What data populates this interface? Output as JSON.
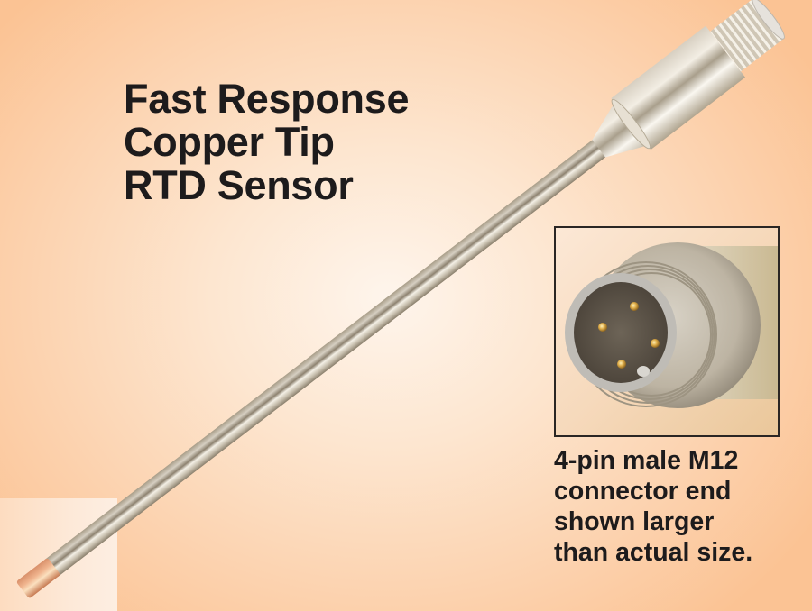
{
  "title": {
    "lines": [
      "Fast Response",
      "Copper Tip",
      "RTD Sensor"
    ]
  },
  "caption": {
    "lines": [
      "4-pin male M12",
      "connector end",
      "shown larger",
      "than actual size."
    ]
  },
  "product": {
    "name": "Fast Response Copper Tip RTD Sensor",
    "connector": "4-pin male M12",
    "tip_material": "copper",
    "pin_count": 4
  },
  "colors": {
    "background_edge": "#fbc394",
    "background_center": "#fef5ec",
    "text": "#1d1b1c",
    "steel": "#c8c0b0",
    "copper": "#e8a27a",
    "pins": "#d9a441",
    "inset_border": "#2a2624"
  }
}
